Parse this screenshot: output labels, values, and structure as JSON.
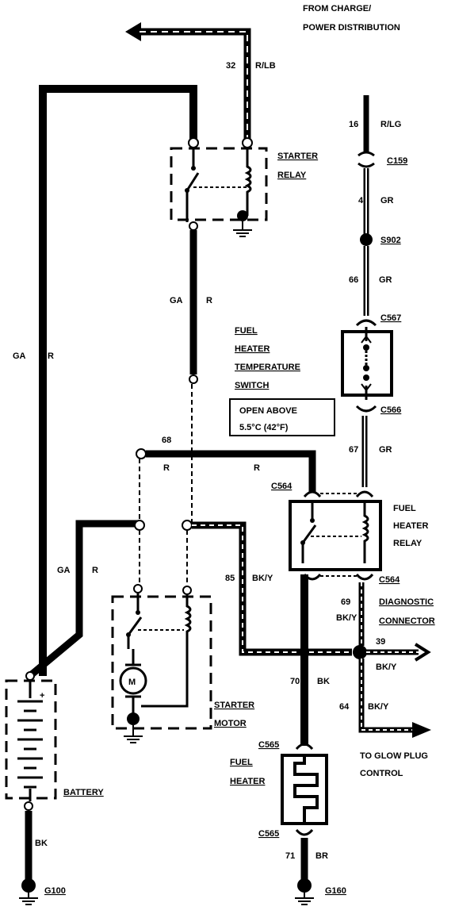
{
  "header": {
    "line1": "FROM CHARGE/",
    "line2": "POWER DISTRIBUTION"
  },
  "starter_relay": {
    "line1": "STARTER",
    "line2": "RELAY"
  },
  "fuel_heater_temp_switch": {
    "line1": "FUEL",
    "line2": "HEATER",
    "line3": "TEMPERATURE",
    "line4": "SWITCH",
    "note1": "OPEN ABOVE",
    "note2": "5.5°C (42°F)"
  },
  "fuel_heater_relay": {
    "line1": "FUEL",
    "line2": "HEATER",
    "line3": "RELAY"
  },
  "diagnostic_connector": {
    "line1": "DIAGNOSTIC",
    "line2": "CONNECTOR"
  },
  "starter_motor": {
    "line1": "STARTER",
    "line2": "MOTOR",
    "symbol": "M"
  },
  "glow_plug": {
    "line1": "TO GLOW PLUG",
    "line2": "CONTROL"
  },
  "fuel_heater": {
    "line1": "FUEL",
    "line2": "HEATER"
  },
  "battery": {
    "label": "BATTERY",
    "plus": "+"
  },
  "grounds": {
    "g100": "G100",
    "g160": "G160"
  },
  "connectors": {
    "c159": "C159",
    "s902": "S902",
    "c567": "C567",
    "c566": "C566",
    "c564_top": "C564",
    "c564_bot": "C564",
    "c565_top": "C565",
    "c565_bot": "C565"
  },
  "wires": {
    "w32": "32",
    "w32_color": "R/LB",
    "w16": "16",
    "w16_color": "R/LG",
    "w4": "4",
    "w4_color": "GR",
    "w66": "66",
    "w66_color": "GR",
    "w67": "67",
    "w67_color": "GR",
    "w68": "68",
    "w68_color_l": "R",
    "w68_color_r": "R",
    "ga_r_relay": "GA",
    "ga_r_relay_r": "R",
    "ga_r_left": "GA",
    "ga_r_left_r": "R",
    "ga_r_mid": "GA",
    "ga_r_mid_r": "R",
    "w85": "85",
    "w85_color": "BK/Y",
    "w69": "69",
    "w69_color": "BK/Y",
    "w39": "39",
    "w39_color": "BK/Y",
    "w64": "64",
    "w64_color": "BK/Y",
    "w70": "70",
    "w70_color": "BK",
    "w71": "71",
    "w71_color": "BR",
    "bk_batt": "BK"
  }
}
